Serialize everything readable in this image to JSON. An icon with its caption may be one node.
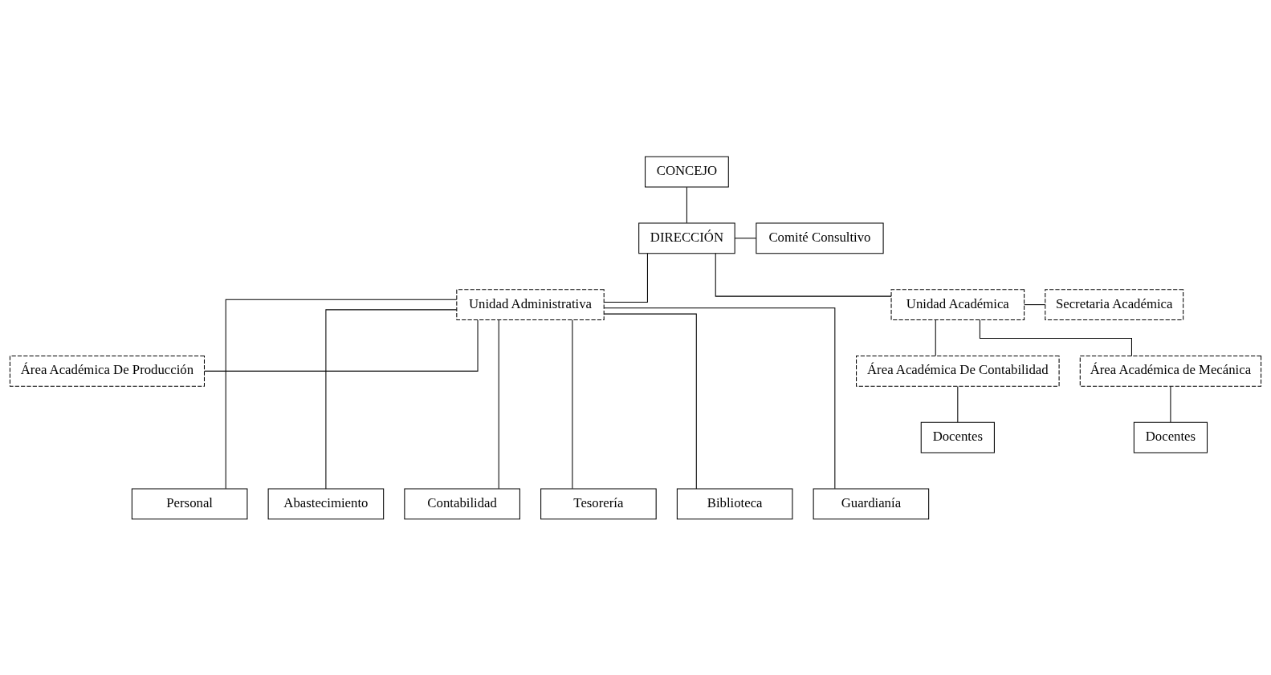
{
  "diagram": {
    "nodes": [
      {
        "text": [
          "CONCEJO"
        ]
      },
      {
        "text": [
          "DIRECCIÓN"
        ]
      },
      {
        "text": [
          "Comité Consultivo"
        ]
      },
      {
        "text": [
          "Unidad Administrativa"
        ]
      },
      {
        "text": [
          "Unidad Académica"
        ]
      },
      {
        "text": [
          "Secretaria Académica"
        ]
      },
      {
        "text": [
          "Área Académica De Producción"
        ]
      },
      {
        "text": [
          "Área Académica De Contabilidad"
        ]
      },
      {
        "text": [
          "Área Académica de Mecánica"
        ]
      },
      {
        "text": [
          "Docentes"
        ]
      },
      {
        "text": [
          "Docentes"
        ]
      },
      {
        "text": [
          "Personal"
        ]
      },
      {
        "text": [
          "Abastecimiento"
        ]
      },
      {
        "text": [
          "Contabilidad"
        ]
      },
      {
        "text": [
          "Tesorería"
        ]
      },
      {
        "text": [
          "Biblioteca"
        ]
      },
      {
        "text": [
          "Guardianía"
        ]
      }
    ],
    "edges": [
      {
        "from": 0,
        "to": 1,
        "arrow": "none"
      },
      {
        "from": 1,
        "to": 2,
        "arrow": "none"
      },
      {
        "from": 1,
        "to": 3,
        "arrow": "none"
      },
      {
        "from": 1,
        "to": 4,
        "arrow": "none"
      },
      {
        "from": 4,
        "to": 5,
        "arrow": "none"
      },
      {
        "from": 3,
        "to": 6,
        "arrow": "none"
      },
      {
        "from": 4,
        "to": 7,
        "arrow": "none"
      },
      {
        "from": 4,
        "to": 8,
        "arrow": "none"
      },
      {
        "from": 7,
        "to": 9,
        "arrow": "none"
      },
      {
        "from": 8,
        "to": 10,
        "arrow": "none"
      },
      {
        "from": 3,
        "to": 11,
        "arrow": "none"
      },
      {
        "from": 3,
        "to": 12,
        "arrow": "none"
      },
      {
        "from": 3,
        "to": 13,
        "arrow": "none"
      },
      {
        "from": 3,
        "to": 14,
        "arrow": "none"
      },
      {
        "from": 3,
        "to": 15,
        "arrow": "none"
      },
      {
        "from": 3,
        "to": 16,
        "arrow": "none"
      }
    ]
  }
}
